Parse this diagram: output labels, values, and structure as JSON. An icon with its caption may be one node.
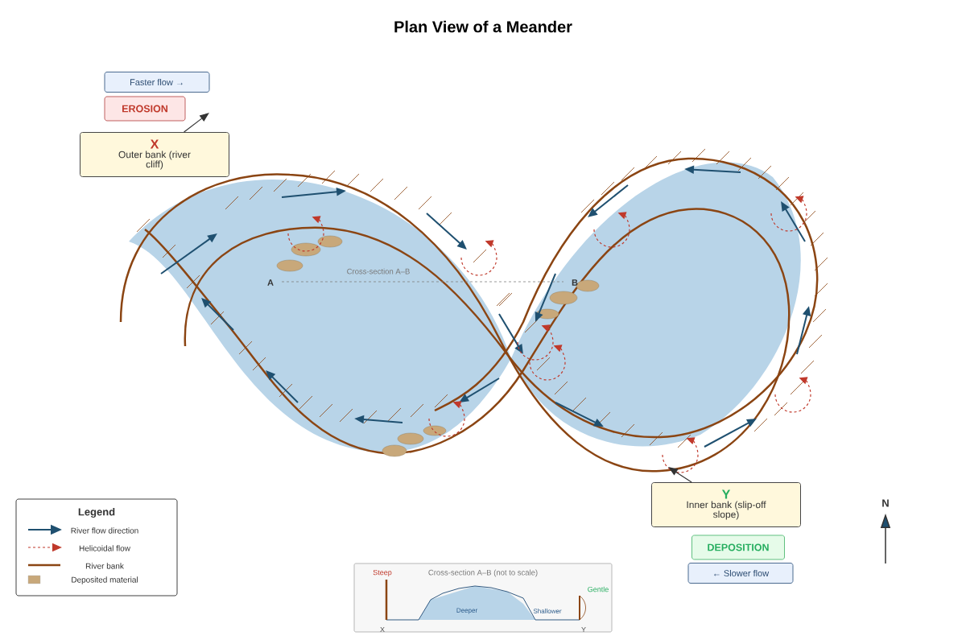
{
  "diagram": {
    "title": "Plan View of a Meander",
    "nodes": [
      {
        "text": [
          "Faster flow →"
        ]
      },
      {
        "text": [
          "EROSION"
        ]
      },
      {
        "text": [
          "X",
          "Outer bank (river cliff)"
        ]
      },
      {
        "text": [
          "Y",
          "Inner bank (slip-off slope)"
        ]
      },
      {
        "text": [
          "DEPOSITION"
        ]
      },
      {
        "text": [
          "← Slower flow"
        ]
      }
    ],
    "edges": [
      {
        "from": 2,
        "to": null,
        "arrow": "to"
      },
      {
        "from": 3,
        "to": null,
        "arrow": "to"
      }
    ],
    "labels": [
      "A",
      "Cross-section A–B",
      "B",
      "Legend",
      "N",
      "Steep",
      "Cross-section A–B (not to scale)",
      "Gentle",
      "Deeper",
      "Shallower",
      "X",
      "Y"
    ],
    "legend": [
      {
        "text": "River flow direction"
      },
      {
        "text": "Helicoidal flow"
      },
      {
        "text": "River bank"
      },
      {
        "text": "Deposited material",
        "color": "#c8a87a"
      }
    ]
  }
}
